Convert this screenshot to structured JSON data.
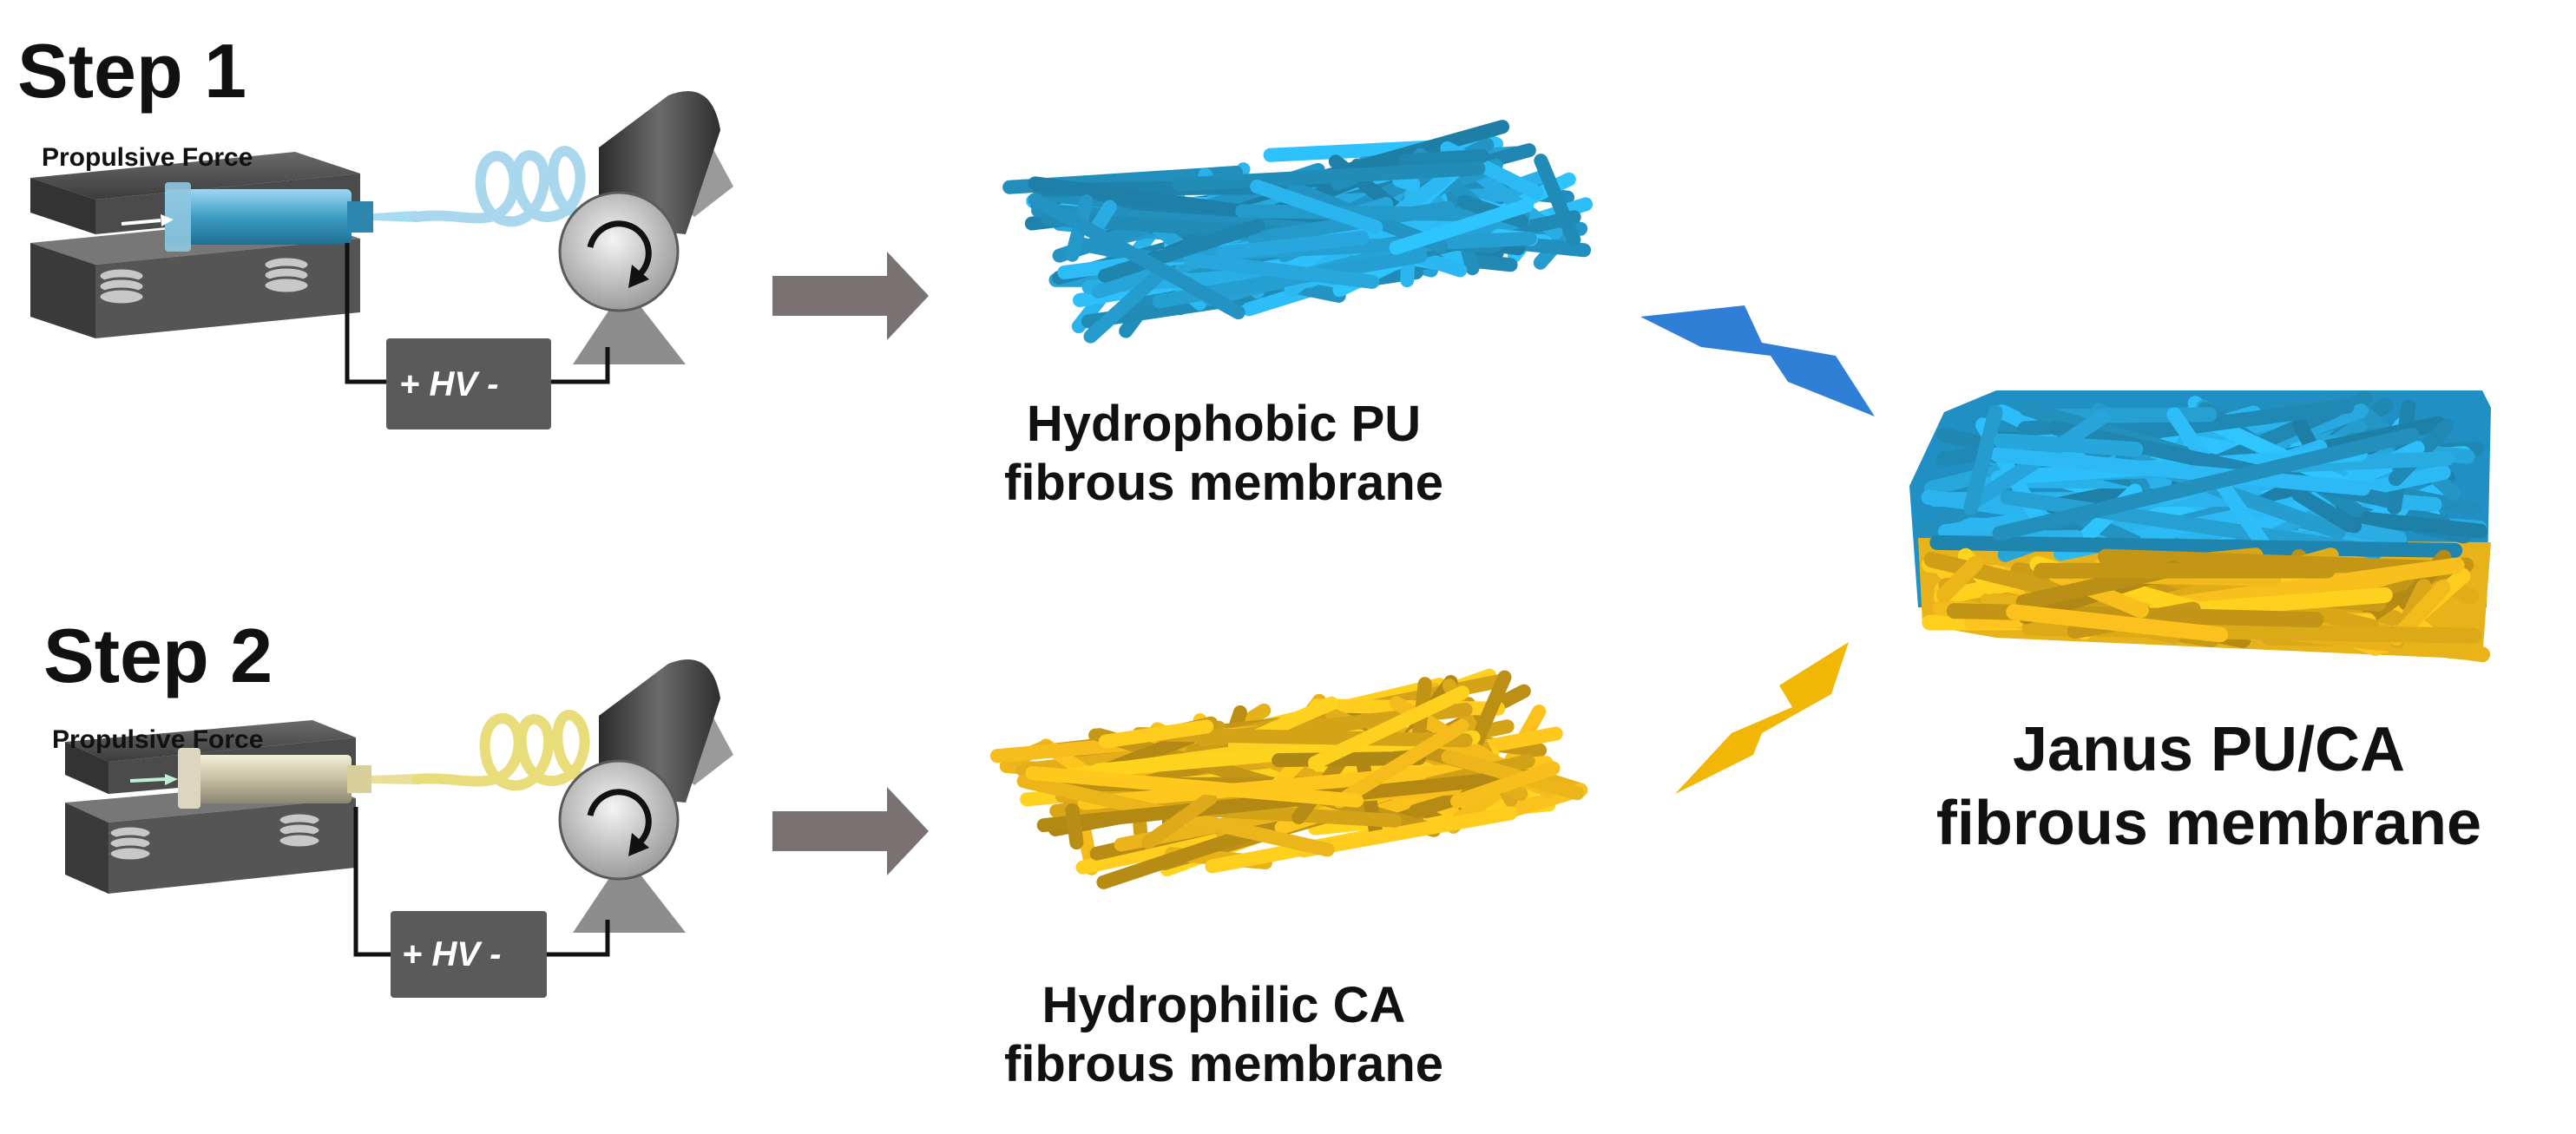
{
  "step1": {
    "title": "Step 1",
    "force_label": "Propulsive Force",
    "hv_label": "+ HV -",
    "fiber_color": "#27a6db",
    "output_line1": "Hydrophobic PU",
    "output_line2": "fibrous membrane"
  },
  "step2": {
    "title": "Step 2",
    "force_label": "Propulsive Force",
    "hv_label": "+  HV  -",
    "fiber_color": "#e8b21a",
    "output_line1": "Hydrophilic CA",
    "output_line2": "fibrous membrane"
  },
  "result": {
    "line1": "Janus PU/CA",
    "line2": "fibrous membrane"
  },
  "colors": {
    "pu_blue": "#27a6db",
    "ca_gold": "#e8b21a",
    "arrow_gray": "#7a7272",
    "bolt_blue": "#2f7fd6",
    "bolt_gold": "#f2b705",
    "plate_gray": "#4a4a4a"
  }
}
